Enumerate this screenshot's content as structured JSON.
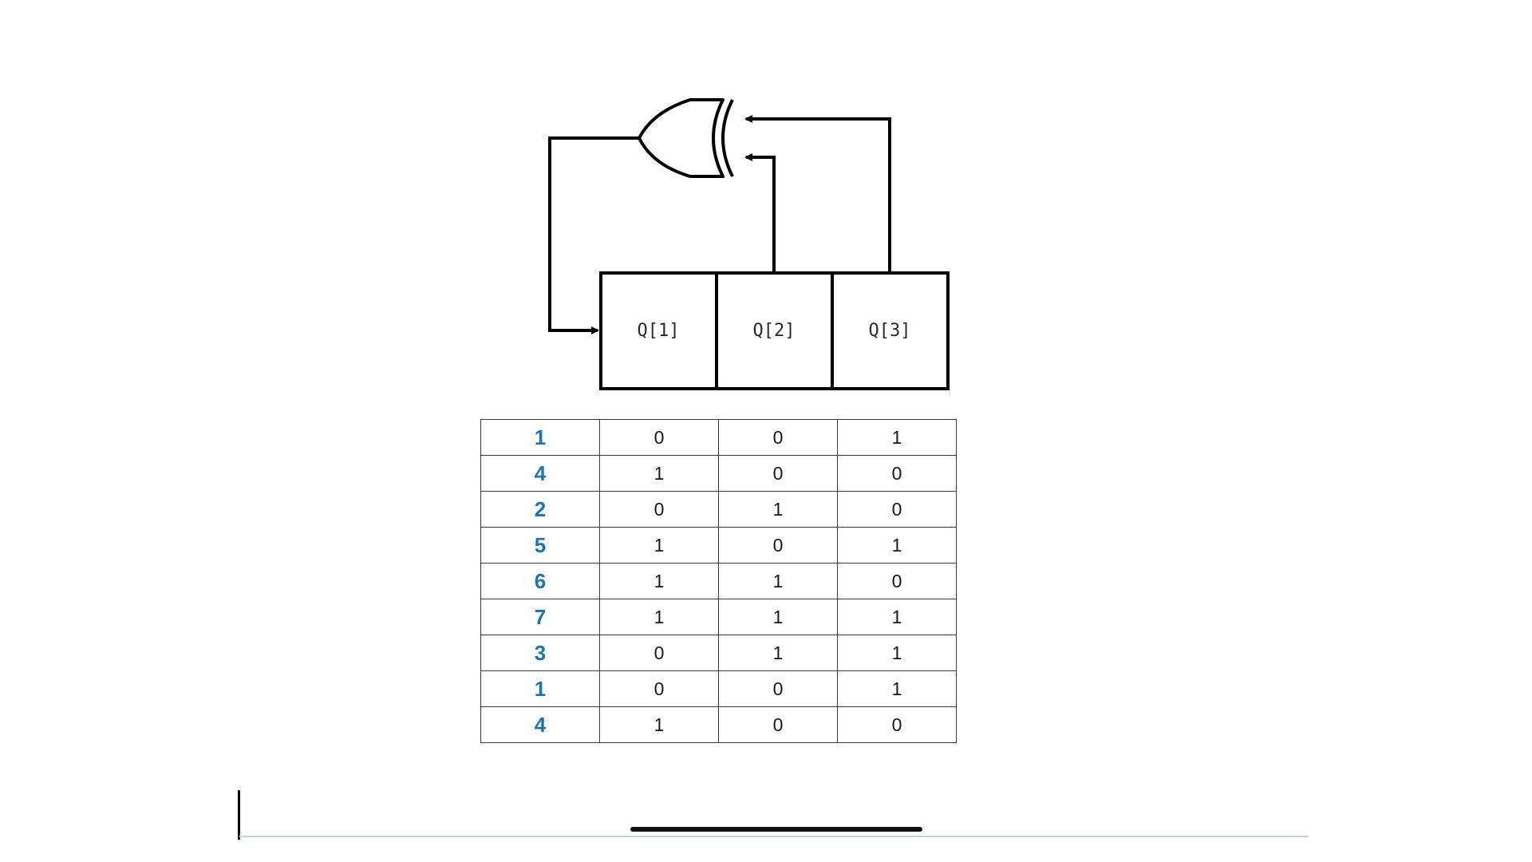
{
  "colors": {
    "decimal_value": "#1b74b4",
    "wire": "#000000",
    "page_background": "#fefefe",
    "rule": "#c9d5e3"
  },
  "diagram": {
    "gate_type": "XOR",
    "registers": [
      {
        "label": "Q[1]"
      },
      {
        "label": "Q[2]"
      },
      {
        "label": "Q[3]"
      }
    ]
  },
  "table": {
    "rows": [
      {
        "dec": "1",
        "bits": [
          "0",
          "0",
          "1"
        ]
      },
      {
        "dec": "4",
        "bits": [
          "1",
          "0",
          "0"
        ]
      },
      {
        "dec": "2",
        "bits": [
          "0",
          "1",
          "0"
        ]
      },
      {
        "dec": "5",
        "bits": [
          "1",
          "0",
          "1"
        ]
      },
      {
        "dec": "6",
        "bits": [
          "1",
          "1",
          "0"
        ]
      },
      {
        "dec": "7",
        "bits": [
          "1",
          "1",
          "1"
        ]
      },
      {
        "dec": "3",
        "bits": [
          "0",
          "1",
          "1"
        ]
      },
      {
        "dec": "1",
        "bits": [
          "0",
          "0",
          "1"
        ]
      },
      {
        "dec": "4",
        "bits": [
          "1",
          "0",
          "0"
        ]
      }
    ]
  }
}
